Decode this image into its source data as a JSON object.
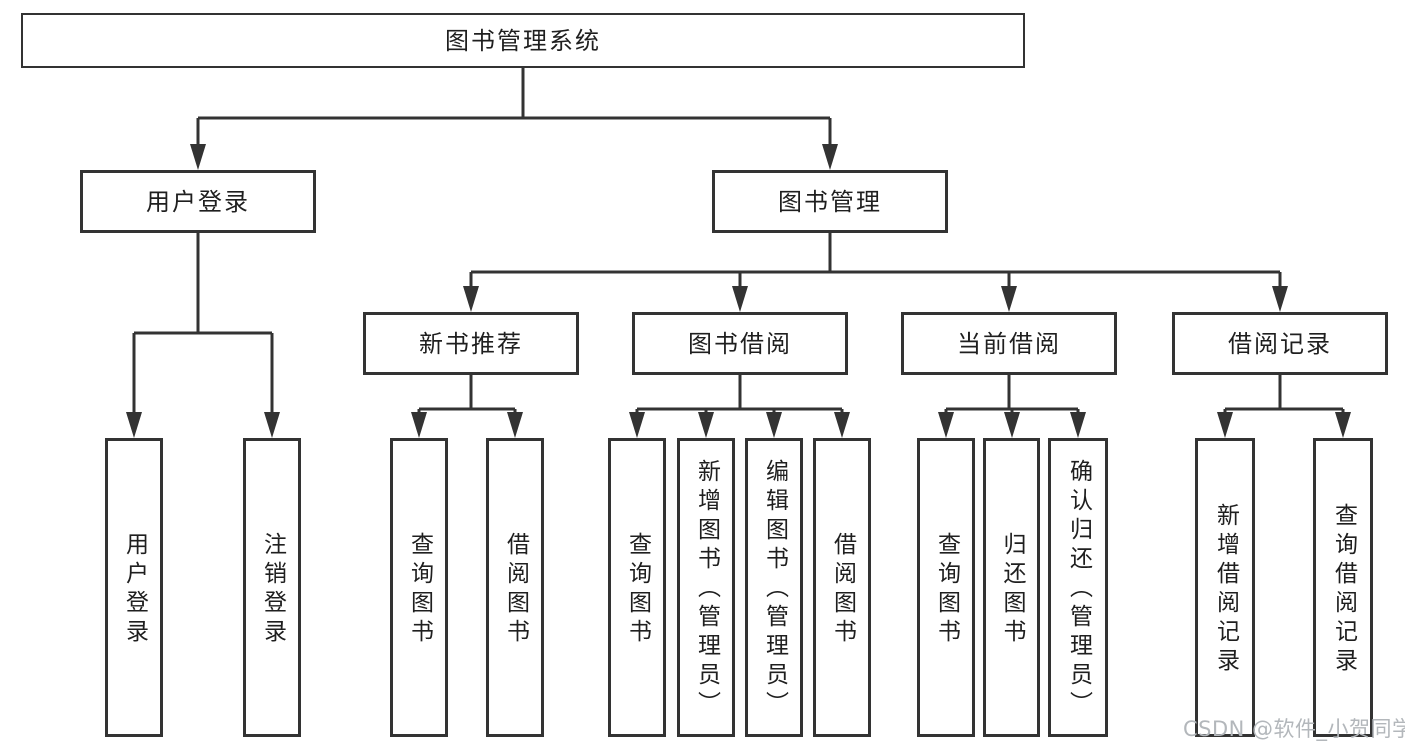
{
  "nodes": {
    "root": "图书管理系统",
    "user_login": "用户登录",
    "book_mgmt": "图书管理",
    "new_books": "新书推荐",
    "book_borrow": "图书借阅",
    "current_borrow": "当前借阅",
    "borrow_records": "借阅记录",
    "leaf_user_login": "用户登录",
    "leaf_logout": "注销登录",
    "leaf_nb_query": "查询图书",
    "leaf_nb_borrow": "借阅图书",
    "leaf_bb_query": "查询图书",
    "leaf_bb_add": "新增图书（管理员）",
    "leaf_bb_edit": "编辑图书（管理员）",
    "leaf_bb_borrow": "借阅图书",
    "leaf_cb_query": "查询图书",
    "leaf_cb_return": "归还图书",
    "leaf_cb_confirm": "确认归还（管理员）",
    "leaf_br_add": "新增借阅记录",
    "leaf_br_query": "查询借阅记录"
  },
  "watermark": {
    "text": "CSDN @软件_小贺同学"
  },
  "colors": {
    "line": "#333333",
    "text": "#1f1f1f",
    "watermark": "#b3b7bb",
    "bg": "#ffffff"
  }
}
